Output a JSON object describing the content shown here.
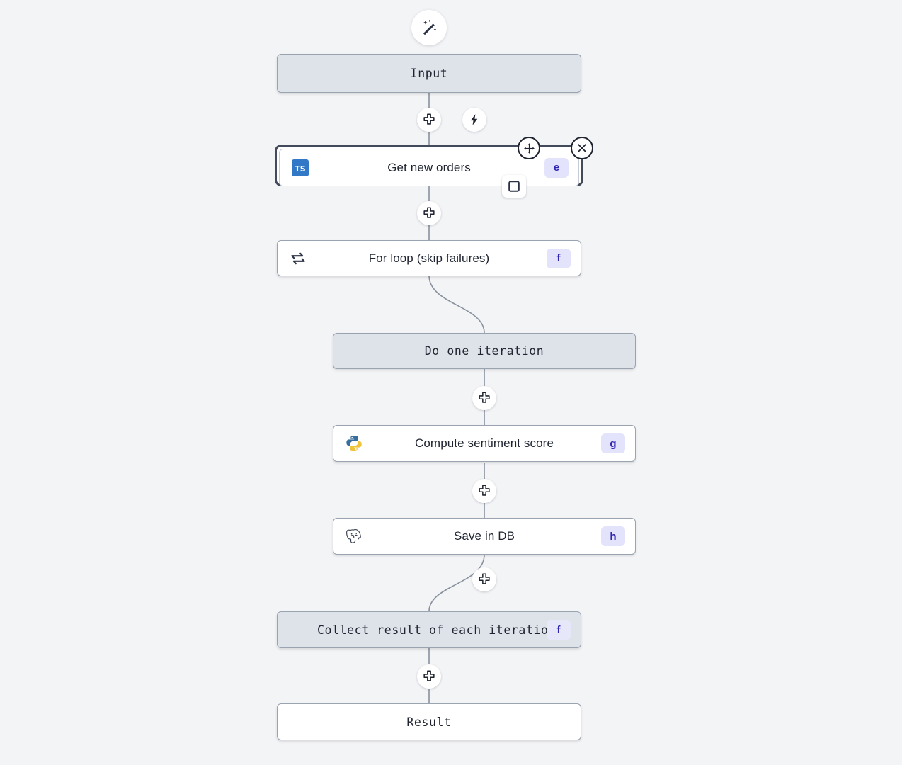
{
  "canvas": {
    "background_color": "#f3f4f6",
    "node_gray_color": "#dee3ea",
    "node_white_color": "#ffffff",
    "selection_color": "#434a5c",
    "badge_bg_color": "#e3e3fb",
    "badge_text_color": "#3025b0",
    "edge_color": "#8a919e"
  },
  "toolbar": {
    "magic_button_label": "",
    "magic_icon": "magic-wand-icon"
  },
  "nodes": [
    {
      "id": "input",
      "label": "Input",
      "style": "gray",
      "font": "mono",
      "icon": null,
      "badge": null
    },
    {
      "id": "get-new-orders",
      "label": "Get new orders",
      "style": "white",
      "font": "sans",
      "icon": "typescript-icon",
      "badge": "e",
      "selected": true
    },
    {
      "id": "for-loop",
      "label": "For loop (skip failures)",
      "style": "white",
      "font": "sans",
      "icon": "loop-repeat-icon",
      "badge": "f"
    },
    {
      "id": "do-one-iteration",
      "label": "Do one iteration",
      "style": "gray",
      "font": "mono",
      "icon": null,
      "badge": null
    },
    {
      "id": "compute-sentiment-score",
      "label": "Compute sentiment score",
      "style": "white",
      "font": "sans",
      "icon": "python-icon",
      "badge": "g"
    },
    {
      "id": "save-in-db",
      "label": "Save in DB",
      "style": "white",
      "font": "sans",
      "icon": "postgresql-icon",
      "badge": "h"
    },
    {
      "id": "collect-result",
      "label": "Collect result of each iteration",
      "style": "gray",
      "font": "mono",
      "icon": null,
      "badge": "f"
    },
    {
      "id": "result",
      "label": "Result",
      "style": "white",
      "font": "mono",
      "icon": null,
      "badge": null
    }
  ],
  "controls": {
    "add_step_icon": "plus-icon",
    "trigger_icon": "lightning-bolt-icon",
    "move_icon": "move-arrows-icon",
    "close_icon": "close-x-icon",
    "checkbox_icon": "checkbox-icon"
  }
}
